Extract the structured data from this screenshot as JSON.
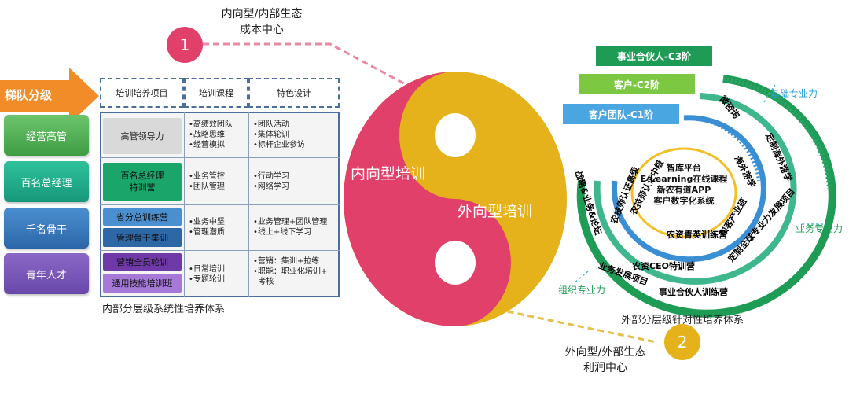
{
  "top_label": {
    "line1": "内向型/内部生态",
    "line2": "成本中心",
    "number": "1"
  },
  "bottom_label": {
    "line1": "外向型/外部生态",
    "line2": "利润中心",
    "number": "2"
  },
  "ladder": {
    "title": "梯队分级",
    "tiers": [
      "经营高管",
      "百名总经理",
      "千名骨干",
      "青年人才"
    ]
  },
  "table": {
    "headers": [
      "培训培养项目",
      "培训课程",
      "特色设计"
    ],
    "rows": [
      {
        "projects": [
          "高管领导力"
        ],
        "courses": [
          "•高绩效团队",
          "•战略思维",
          "•经营模拟"
        ],
        "features": [
          "•团队活动",
          "•集体轮训",
          "•标杆企业参访"
        ]
      },
      {
        "projects": [
          "百名总经理",
          "特训营"
        ],
        "courses": [
          "•业务管控",
          "•团队管理"
        ],
        "features": [
          "•行动学习",
          "•网络学习"
        ]
      },
      {
        "projects": [
          "省分总训练营",
          "管理骨干集训"
        ],
        "courses": [
          "•业务中坚",
          "•管理潜质"
        ],
        "features": [
          "•业务管理+团队管理",
          "•线上+线下学习"
        ]
      },
      {
        "projects": [
          "营销全员轮训",
          "通用技能培训班"
        ],
        "courses": [
          "•日常培训",
          "•专题轮训"
        ],
        "features": [
          "•营销：集训+拉练",
          "•职能：职业化培训+",
          "  考核"
        ]
      }
    ],
    "caption": "内部分层级系统性培养体系"
  },
  "yinyang": {
    "inner": "内向型培训",
    "outer": "外向型培训"
  },
  "right": {
    "pills": [
      "事业合伙人-C3阶",
      "客户-C2阶",
      "客户团队-C1阶"
    ],
    "center_lines": [
      "智库平台",
      "E-Learning在线课程",
      "新农有道APP",
      "客户数字化系统"
    ],
    "ring1_items": [
      "农技师认证中级",
      "农资青英训练营",
      "和客产业班"
    ],
    "ring2_items": [
      "农技师认证高级",
      "农资CEO特训营",
      "海外游学",
      "微咨询"
    ],
    "ring3_items": [
      "战略&业务&论坛",
      "业务发展项目",
      "事业合伙人训练营",
      "定制全球专业力发展项目",
      "定制海外游学"
    ],
    "axis_labels": [
      "基础专业力",
      "业务专业力",
      "组织专业力"
    ],
    "caption": "外部分层级针对性培养体系"
  },
  "colors": {
    "magenta": "#e0406a",
    "gold": "#e5b21c",
    "blue": "#3a8fd4",
    "green": "#39b27b",
    "orange": "#f28c28"
  }
}
